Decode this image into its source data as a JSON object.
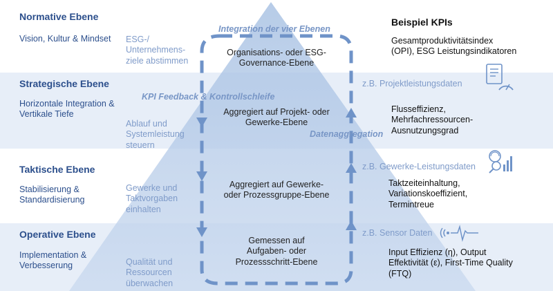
{
  "levels": [
    {
      "title": "Normative Ebene",
      "desc": [
        "Vision, Kultur & Mindset"
      ],
      "goal": [
        "ESG-/",
        "Unternehmens-",
        "ziele abstimmen"
      ],
      "center": [
        "Organisations- oder ESG-",
        "Governance-Ebene"
      ],
      "kpi": [
        "Gesamtproduktivitätsindex",
        "(OPI), ESG Leistungsindikatoren"
      ],
      "flow": ""
    },
    {
      "title": "Strategische Ebene",
      "desc": [
        "Horizontale Integration &",
        "Vertikale Tiefe"
      ],
      "goal": [
        "Ablauf und",
        "Systemleistung",
        "steuern"
      ],
      "center": [
        "Aggregiert auf Projekt- oder",
        "Gewerke-Ebene"
      ],
      "kpi": [
        "Flusseffizienz,",
        "Mehrfachressourcen-",
        "Ausnutzungsgrad"
      ],
      "flow": "z.B. Projektleistungsdaten"
    },
    {
      "title": "Taktische Ebene",
      "desc": [
        "Stabilisierung &",
        "Standardisierung"
      ],
      "goal": [
        "Gewerke und",
        "Taktvorgaben",
        "einhalten"
      ],
      "center": [
        "Aggregiert auf Gewerke-",
        "oder Prozessgruppe-Ebene"
      ],
      "kpi": [
        "Taktzeiteinhaltung,",
        "Variationskoeffizient,",
        "Termintreue"
      ],
      "flow": "z.B. Gewerke-Leistungsdaten"
    },
    {
      "title": "Operative Ebene",
      "desc": [
        "Implementation &",
        "Verbesserung"
      ],
      "goal": [
        "Qualität und",
        "Ressourcen",
        "überwachen"
      ],
      "center": [
        "Gemessen auf",
        "Aufgaben- oder",
        "Prozessschritt-Ebene"
      ],
      "kpi": [
        "Input Effizienz (η), Output",
        "Effektivität (ε), First-Time Quality",
        "(FTQ)"
      ],
      "flow": "z.B. Sensor Daten"
    }
  ],
  "kpi_header": "Beispiel KPIs",
  "integration_label": "Integration der vier Ebenen",
  "feedback_label": "KPI Feedback & Kontrollschleife",
  "aggregation_label": "Datenaggregation",
  "icons": [
    "report-gauge-icon",
    "analytics-magnifier-icon",
    "sensor-signal-icon"
  ],
  "colors": {
    "title": "#2c4f8c",
    "muted": "#7f9bc9",
    "band": "#e7eef8",
    "pyramid": "#a8c1e3",
    "arrow": "#6f93c8"
  }
}
